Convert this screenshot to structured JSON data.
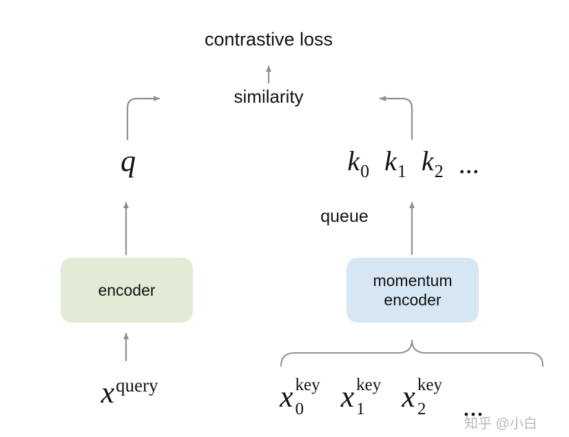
{
  "diagram": {
    "contrastive_loss": "contrastive loss",
    "similarity": "similarity",
    "q": "q",
    "queue": "queue",
    "encoder_label": "encoder",
    "momentum_encoder_label": "momentum\nencoder",
    "keys_ellipsis": "...",
    "inputs_ellipsis": "..."
  },
  "keys": [
    {
      "base": "k",
      "sub": "0"
    },
    {
      "base": "k",
      "sub": "1"
    },
    {
      "base": "k",
      "sub": "2"
    }
  ],
  "query_input": {
    "base": "x",
    "sup": "query"
  },
  "key_inputs": [
    {
      "base": "x",
      "sub": "0",
      "sup": "key"
    },
    {
      "base": "x",
      "sub": "1",
      "sup": "key"
    },
    {
      "base": "x",
      "sub": "2",
      "sup": "key"
    }
  ],
  "watermark": "知乎 @小白",
  "colors": {
    "encoder_fill": "#e1ebd6",
    "momentum_fill": "#d6e7f3",
    "arrow": "#8f8f8f",
    "text": "#111111",
    "watermark": "#b9b9b9"
  }
}
